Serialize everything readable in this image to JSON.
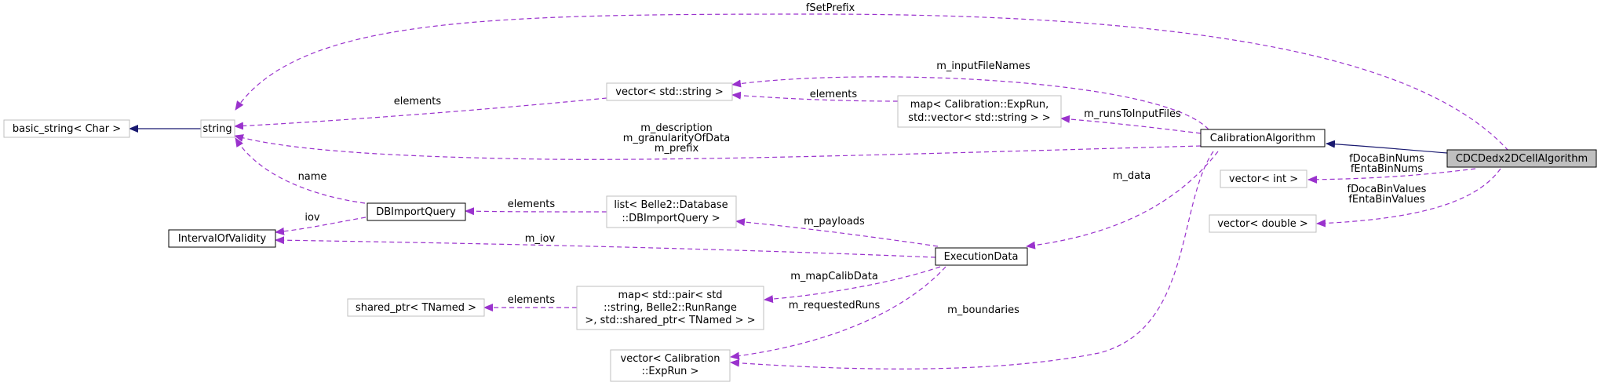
{
  "colors": {
    "usage_edge": "#9a32cd",
    "inheritance_edge": "#191970",
    "focus_fill": "#bfbfbf",
    "external_border": "#bfbfbf"
  },
  "nodes": {
    "basic_string": [
      "basic_string< Char >"
    ],
    "string": [
      "string"
    ],
    "vector_string": [
      "vector< std::string >"
    ],
    "map_exprun": [
      "map< Calibration::ExpRun,",
      "std::vector< std::string > >"
    ],
    "calibration_algorithm": [
      "CalibrationAlgorithm"
    ],
    "cdc_dedx": [
      "CDCDedx2DCellAlgorithm"
    ],
    "vector_int": [
      "vector< int >"
    ],
    "vector_double": [
      "vector< double >"
    ],
    "db_import_query": [
      "DBImportQuery"
    ],
    "list_belle2": [
      "list< Belle2::Database",
      "::DBImportQuery >"
    ],
    "interval_of_validity": [
      "IntervalOfValidity"
    ],
    "execution_data": [
      "ExecutionData"
    ],
    "shared_ptr": [
      "shared_ptr< TNamed >"
    ],
    "map_pair": [
      "map< std::pair< std",
      "::string, Belle2::RunRange",
      " >, std::shared_ptr< TNamed > >"
    ],
    "vector_calibration": [
      "vector< Calibration",
      "::ExpRun >"
    ]
  },
  "edges": {
    "fSetPrefix": [
      "fSetPrefix"
    ],
    "m_inputFileNames": [
      "m_inputFileNames"
    ],
    "elements_vs_string": [
      "elements"
    ],
    "elements_map_vs": [
      "elements"
    ],
    "m_runsToInputFiles": [
      "m_runsToInputFiles"
    ],
    "calib_to_string": [
      "m_description",
      "m_granularityOfData",
      "m_prefix"
    ],
    "docabin_nums": [
      "fDocaBinNums",
      "fEntaBinNums"
    ],
    "docabin_values": [
      "fDocaBinValues",
      "fEntaBinValues"
    ],
    "m_data": [
      "m_data"
    ],
    "name": [
      "name"
    ],
    "iov": [
      "iov"
    ],
    "elements_list": [
      "elements"
    ],
    "m_payloads": [
      "m_payloads"
    ],
    "m_iov": [
      "m_iov"
    ],
    "m_mapCalibData": [
      "m_mapCalibData"
    ],
    "elements_shared": [
      "elements"
    ],
    "m_requestedRuns": [
      "m_requestedRuns"
    ],
    "m_boundaries": [
      "m_boundaries"
    ]
  }
}
